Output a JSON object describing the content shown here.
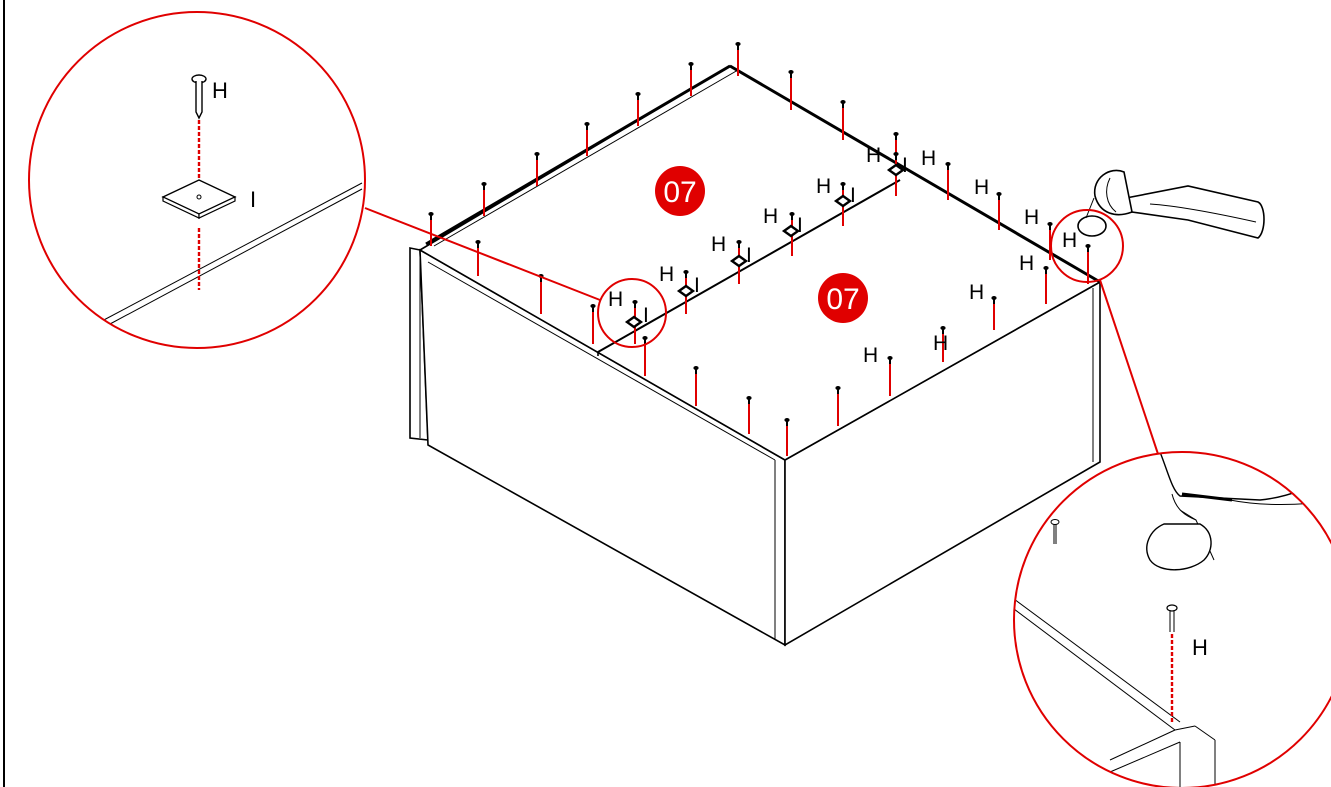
{
  "colors": {
    "accent_red": "#e00000",
    "badge_red": "#e00000",
    "line": "#000000",
    "background": "#ffffff"
  },
  "parts": {
    "panel_number": "07"
  },
  "labels": {
    "nail": "H",
    "washer": "I"
  },
  "icons": {
    "nail": "nail-icon",
    "washer": "washer-plate-icon",
    "hammer": "hammer-icon"
  }
}
